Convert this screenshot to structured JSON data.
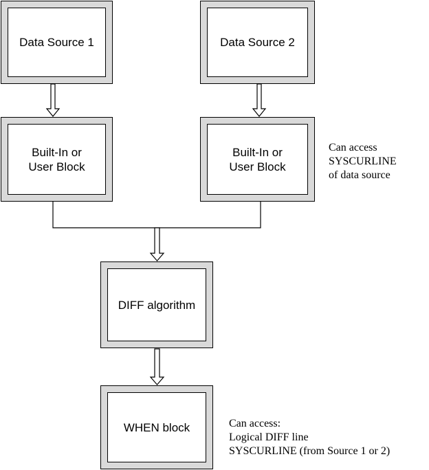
{
  "nodes": {
    "data_source_1": {
      "label": "Data Source 1"
    },
    "data_source_2": {
      "label": "Data Source 2"
    },
    "block_1": {
      "label": "Built-In or\nUser Block"
    },
    "block_2": {
      "label": "Built-In or\nUser Block"
    },
    "diff": {
      "label": "DIFF algorithm"
    },
    "when": {
      "label": "WHEN block"
    }
  },
  "notes": {
    "block_2_note": "Can access\nSYSCURLINE\nof data source",
    "when_note": "Can access:\nLogical DIFF line\nSYSCURLINE (from Source 1 or 2)"
  },
  "edges": [
    {
      "from": "data_source_1",
      "to": "block_1"
    },
    {
      "from": "data_source_2",
      "to": "block_2"
    },
    {
      "from": "block_1",
      "to": "diff"
    },
    {
      "from": "block_2",
      "to": "diff"
    },
    {
      "from": "diff",
      "to": "when"
    }
  ]
}
